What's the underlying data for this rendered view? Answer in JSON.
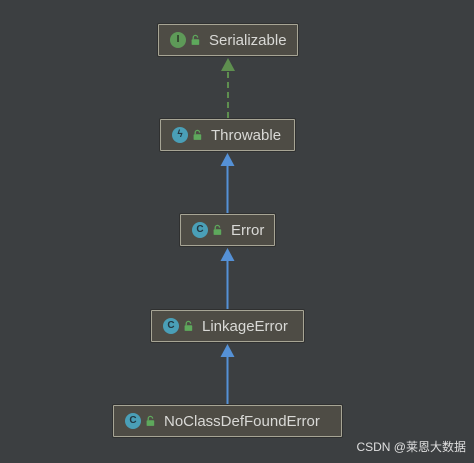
{
  "diagram": {
    "type": "class-hierarchy",
    "nodes": [
      {
        "id": "serializable",
        "label": "Serializable",
        "kind": "interface",
        "kind_glyph": "I",
        "icon": "interface-icon",
        "access": "public"
      },
      {
        "id": "throwable",
        "label": "Throwable",
        "kind": "abstract-class",
        "kind_glyph": "ϟ",
        "icon": "abstract-class-icon",
        "access": "public"
      },
      {
        "id": "error",
        "label": "Error",
        "kind": "class",
        "kind_glyph": "C",
        "icon": "class-icon",
        "access": "public"
      },
      {
        "id": "linkageerror",
        "label": "LinkageError",
        "kind": "class",
        "kind_glyph": "C",
        "icon": "class-icon",
        "access": "public"
      },
      {
        "id": "noclassdeffounderror",
        "label": "NoClassDefFoundError",
        "kind": "class",
        "kind_glyph": "C",
        "icon": "class-icon",
        "access": "public"
      }
    ],
    "edges": [
      {
        "from": "throwable",
        "to": "serializable",
        "relation": "implements",
        "style": "dashed"
      },
      {
        "from": "error",
        "to": "throwable",
        "relation": "extends",
        "style": "solid"
      },
      {
        "from": "linkageerror",
        "to": "error",
        "relation": "extends",
        "style": "solid"
      },
      {
        "from": "noclassdeffounderror",
        "to": "linkageerror",
        "relation": "extends",
        "style": "solid"
      }
    ]
  },
  "colors": {
    "background": "#3c3f41",
    "node_fill": "#4e4c45",
    "node_border": "#a7a595",
    "node_text": "#d9d9d6",
    "implements_edge": "#5e8f4f",
    "extends_edge": "#5591d6",
    "interface_badge": "#5e9a58",
    "class_badge": "#4a9fb7",
    "lock_icon": "#5ea95c"
  },
  "watermark": {
    "text": "CSDN @莱恩大数据"
  }
}
